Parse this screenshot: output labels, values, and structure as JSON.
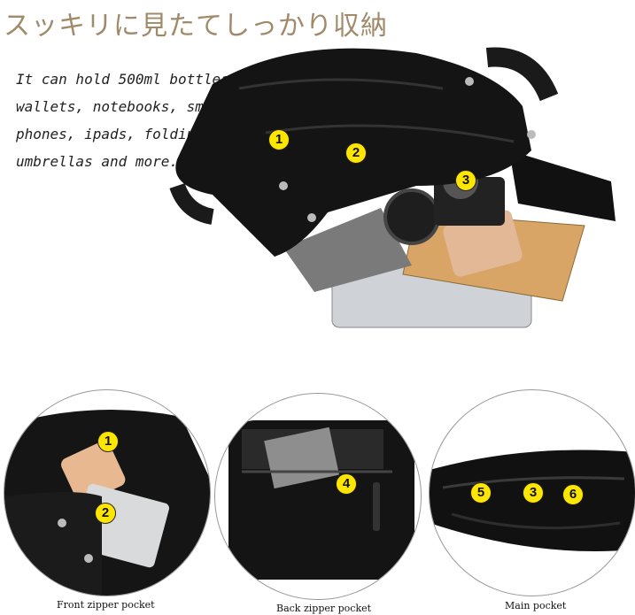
{
  "title": "スッキリに見たてしっかり収納",
  "description_lines": [
    "It can hold 500ml bottles,",
    "wallets, notebooks, smart",
    "phones, ipads, folding",
    "umbrellas and more."
  ],
  "hero_badges": [
    "1",
    "2",
    "3"
  ],
  "panels": [
    {
      "badges": [
        "1",
        "2"
      ],
      "caption": "Front zipper pocket"
    },
    {
      "badges": [
        "4"
      ],
      "caption": "Back zipper pocket"
    },
    {
      "badges": [
        "5",
        "3",
        "6"
      ],
      "caption": "Main pocket"
    }
  ],
  "colors": {
    "title": "#a08a6a",
    "badge": "#ffe600",
    "bag": "#111111"
  }
}
